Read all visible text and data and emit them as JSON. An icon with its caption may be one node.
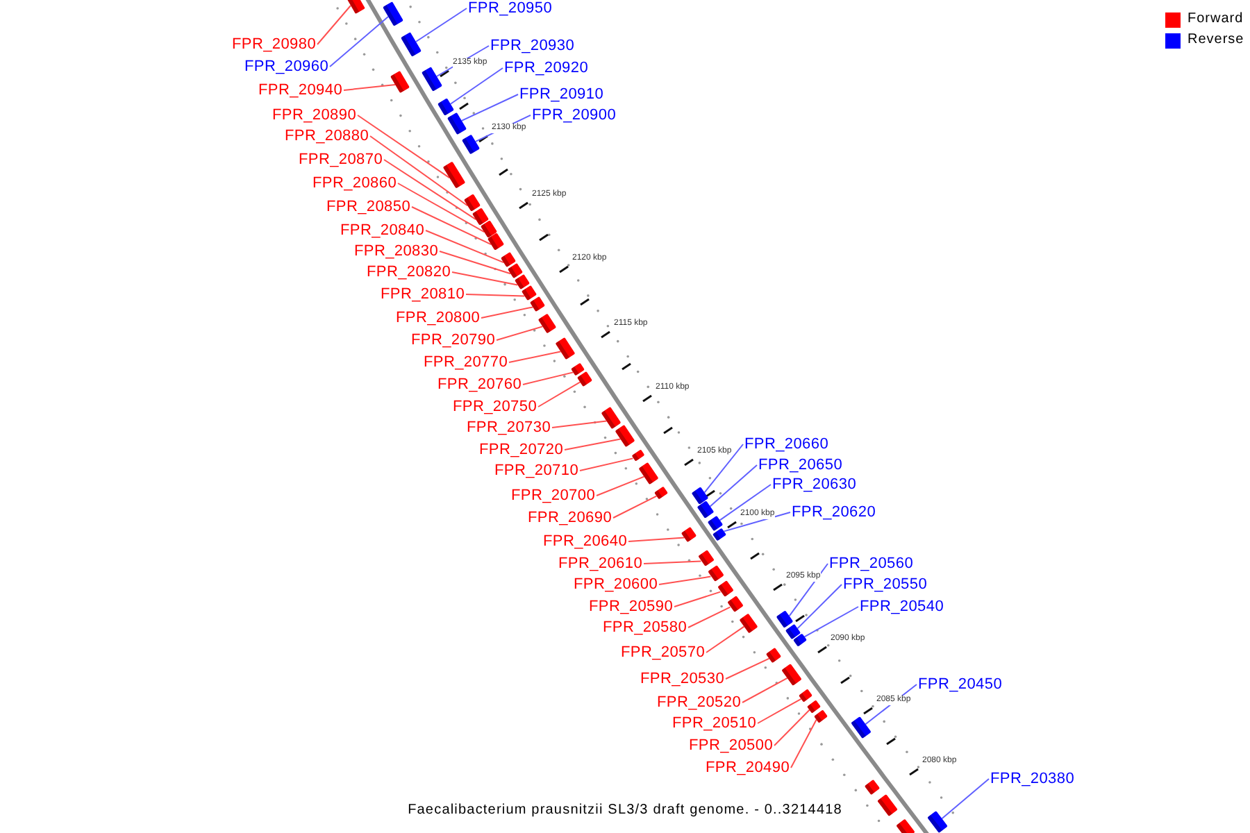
{
  "diagram": {
    "caption": "Faecalibacterium prausnitzii SL3/3 draft genome. - 0..3214418",
    "nodes": [
      {
        "text": [
          "FPR_20950"
        ]
      },
      {
        "text": [
          "FPR_20980"
        ]
      },
      {
        "text": [
          "FPR_20930"
        ]
      },
      {
        "text": [
          "FPR_20960"
        ]
      },
      {
        "text": [
          "FPR_20920"
        ]
      },
      {
        "text": [
          "FPR_20940"
        ]
      },
      {
        "text": [
          "FPR_20910"
        ]
      },
      {
        "text": [
          "FPR_20890"
        ]
      },
      {
        "text": [
          "FPR_20900"
        ]
      },
      {
        "text": [
          "FPR_20880"
        ]
      },
      {
        "text": [
          "FPR_20870"
        ]
      },
      {
        "text": [
          "FPR_20860"
        ]
      },
      {
        "text": [
          "FPR_20850"
        ]
      },
      {
        "text": [
          "FPR_20840"
        ]
      },
      {
        "text": [
          "FPR_20830"
        ]
      },
      {
        "text": [
          "FPR_20820"
        ]
      },
      {
        "text": [
          "FPR_20810"
        ]
      },
      {
        "text": [
          "FPR_20800"
        ]
      },
      {
        "text": [
          "FPR_20790"
        ]
      },
      {
        "text": [
          "FPR_20770"
        ]
      },
      {
        "text": [
          "FPR_20760"
        ]
      },
      {
        "text": [
          "FPR_20750"
        ]
      },
      {
        "text": [
          "FPR_20730"
        ]
      },
      {
        "text": [
          "FPR_20660"
        ]
      },
      {
        "text": [
          "FPR_20720"
        ]
      },
      {
        "text": [
          "FPR_20650"
        ]
      },
      {
        "text": [
          "FPR_20710"
        ]
      },
      {
        "text": [
          "FPR_20630"
        ]
      },
      {
        "text": [
          "FPR_20700"
        ]
      },
      {
        "text": [
          "FPR_20620"
        ]
      },
      {
        "text": [
          "FPR_20690"
        ]
      },
      {
        "text": [
          "FPR_20640"
        ]
      },
      {
        "text": [
          "FPR_20560"
        ]
      },
      {
        "text": [
          "FPR_20610"
        ]
      },
      {
        "text": [
          "FPR_20550"
        ]
      },
      {
        "text": [
          "FPR_20600"
        ]
      },
      {
        "text": [
          "FPR_20540"
        ]
      },
      {
        "text": [
          "FPR_20590"
        ]
      },
      {
        "text": [
          "FPR_20580"
        ]
      },
      {
        "text": [
          "FPR_20570"
        ]
      },
      {
        "text": [
          "FPR_20530"
        ]
      },
      {
        "text": [
          "FPR_20450"
        ]
      },
      {
        "text": [
          "FPR_20520"
        ]
      },
      {
        "text": [
          "FPR_20510"
        ]
      },
      {
        "text": [
          "FPR_20500"
        ]
      },
      {
        "text": [
          "FPR_20490"
        ]
      },
      {
        "text": [
          "FPR_20380"
        ]
      },
      {
        "text": [],
        "shape": "bar"
      },
      {
        "text": [],
        "shape": "bar"
      },
      {
        "text": [],
        "shape": "bar"
      },
      {
        "text": [],
        "shape": "bar"
      },
      {
        "text": [],
        "shape": "bar"
      },
      {
        "text": [],
        "shape": "bar"
      },
      {
        "text": [],
        "shape": "bar"
      },
      {
        "text": [],
        "shape": "bar"
      },
      {
        "text": [],
        "shape": "bar"
      },
      {
        "text": [],
        "shape": "bar"
      },
      {
        "text": [],
        "shape": "bar"
      },
      {
        "text": [],
        "shape": "bar"
      },
      {
        "text": [],
        "shape": "bar"
      },
      {
        "text": [],
        "shape": "bar"
      },
      {
        "text": [],
        "shape": "bar"
      },
      {
        "text": [],
        "shape": "bar"
      },
      {
        "text": [],
        "shape": "bar"
      },
      {
        "text": [],
        "shape": "bar"
      },
      {
        "text": [],
        "shape": "bar"
      },
      {
        "text": [],
        "shape": "bar"
      },
      {
        "text": [],
        "shape": "bar"
      },
      {
        "text": [],
        "shape": "bar"
      },
      {
        "text": [],
        "shape": "bar"
      },
      {
        "text": [],
        "shape": "bar"
      },
      {
        "text": [],
        "shape": "bar"
      },
      {
        "text": [],
        "shape": "bar"
      },
      {
        "text": [],
        "shape": "bar"
      },
      {
        "text": [],
        "shape": "bar"
      },
      {
        "text": [],
        "shape": "bar"
      },
      {
        "text": [],
        "shape": "bar"
      },
      {
        "text": [],
        "shape": "bar"
      },
      {
        "text": [],
        "shape": "bar"
      },
      {
        "text": [],
        "shape": "bar"
      },
      {
        "text": [],
        "shape": "bar"
      },
      {
        "text": [],
        "shape": "bar"
      },
      {
        "text": [],
        "shape": "bar"
      },
      {
        "text": [],
        "shape": "bar"
      },
      {
        "text": [],
        "shape": "bar"
      },
      {
        "text": [],
        "shape": "bar"
      },
      {
        "text": [],
        "shape": "bar"
      },
      {
        "text": [],
        "shape": "bar"
      },
      {
        "text": [],
        "shape": "bar"
      },
      {
        "text": [],
        "shape": "bar"
      },
      {
        "text": [],
        "shape": "bar"
      },
      {
        "text": [],
        "shape": "bar"
      },
      {
        "text": [],
        "shape": "bar"
      },
      {
        "text": [],
        "shape": "bar"
      },
      {
        "text": [],
        "shape": "bar"
      },
      {
        "text": [],
        "shape": "bar"
      },
      {
        "text": [],
        "shape": "bar"
      }
    ],
    "edges": [
      {
        "from": 0,
        "to": 47,
        "arrow": "none",
        "color": "#6060ff"
      },
      {
        "from": 1,
        "to": 48,
        "arrow": "none"
      },
      {
        "from": 2,
        "to": 49,
        "arrow": "none",
        "color": "#6060ff"
      },
      {
        "from": 3,
        "to": 50,
        "arrow": "none",
        "color": "#6060ff"
      },
      {
        "from": 4,
        "to": 51,
        "arrow": "none",
        "color": "#6060ff"
      },
      {
        "from": 5,
        "to": 52,
        "arrow": "none"
      },
      {
        "from": 6,
        "to": 53,
        "arrow": "none",
        "color": "#6060ff"
      },
      {
        "from": 7,
        "to": 54,
        "arrow": "none"
      },
      {
        "from": 8,
        "to": 55,
        "arrow": "none",
        "color": "#6060ff"
      },
      {
        "from": 9,
        "to": 56,
        "arrow": "none"
      },
      {
        "from": 10,
        "to": 57,
        "arrow": "none"
      },
      {
        "from": 11,
        "to": 58,
        "arrow": "none"
      },
      {
        "from": 12,
        "to": 59,
        "arrow": "none"
      },
      {
        "from": 13,
        "to": 60,
        "arrow": "none"
      },
      {
        "from": 14,
        "to": 61,
        "arrow": "none"
      },
      {
        "from": 15,
        "to": 62,
        "arrow": "none"
      },
      {
        "from": 16,
        "to": 63,
        "arrow": "none"
      },
      {
        "from": 17,
        "to": 64,
        "arrow": "none"
      },
      {
        "from": 18,
        "to": 65,
        "arrow": "none"
      },
      {
        "from": 19,
        "to": 66,
        "arrow": "none"
      },
      {
        "from": 20,
        "to": 67,
        "arrow": "none"
      },
      {
        "from": 21,
        "to": 68,
        "arrow": "none"
      },
      {
        "from": 22,
        "to": 69,
        "arrow": "none"
      },
      {
        "from": 23,
        "to": 70,
        "arrow": "none",
        "color": "#6060ff"
      },
      {
        "from": 24,
        "to": 71,
        "arrow": "none"
      },
      {
        "from": 25,
        "to": 72,
        "arrow": "none",
        "color": "#6060ff"
      },
      {
        "from": 26,
        "to": 73,
        "arrow": "none"
      },
      {
        "from": 27,
        "to": 74,
        "arrow": "none",
        "color": "#6060ff"
      },
      {
        "from": 28,
        "to": 75,
        "arrow": "none"
      },
      {
        "from": 29,
        "to": 76,
        "arrow": "none",
        "color": "#6060ff"
      },
      {
        "from": 30,
        "to": 77,
        "arrow": "none"
      },
      {
        "from": 31,
        "to": 78,
        "arrow": "none"
      },
      {
        "from": 32,
        "to": 79,
        "arrow": "none",
        "color": "#6060ff"
      },
      {
        "from": 33,
        "to": 80,
        "arrow": "none"
      },
      {
        "from": 34,
        "to": 81,
        "arrow": "none",
        "color": "#6060ff"
      },
      {
        "from": 35,
        "to": 82,
        "arrow": "none"
      },
      {
        "from": 36,
        "to": 83,
        "arrow": "none",
        "color": "#6060ff"
      },
      {
        "from": 37,
        "to": 84,
        "arrow": "none"
      },
      {
        "from": 38,
        "to": 85,
        "arrow": "none"
      },
      {
        "from": 39,
        "to": 86,
        "arrow": "none"
      },
      {
        "from": 40,
        "to": 87,
        "arrow": "none"
      },
      {
        "from": 41,
        "to": 88,
        "arrow": "none",
        "color": "#6060ff"
      },
      {
        "from": 42,
        "to": 89,
        "arrow": "none"
      },
      {
        "from": 43,
        "to": 90,
        "arrow": "none"
      },
      {
        "from": 44,
        "to": 91,
        "arrow": "none"
      },
      {
        "from": 45,
        "to": 92,
        "arrow": "none"
      },
      {
        "from": 46,
        "to": 93,
        "arrow": "none",
        "color": "#6060ff"
      }
    ],
    "labels": [
      "2135 kbp",
      "2130 kbp",
      "2125 kbp",
      "2120 kbp",
      "2115 kbp",
      "2110 kbp",
      "2105 kbp",
      "2100 kbp",
      "2095 kbp",
      "2090 kbp",
      "2085 kbp",
      "2080 kbp"
    ],
    "legend": [
      {
        "text": "Forward",
        "color": "#ff0000"
      },
      {
        "text": "Reverse",
        "color": "#0000ff"
      }
    ]
  }
}
